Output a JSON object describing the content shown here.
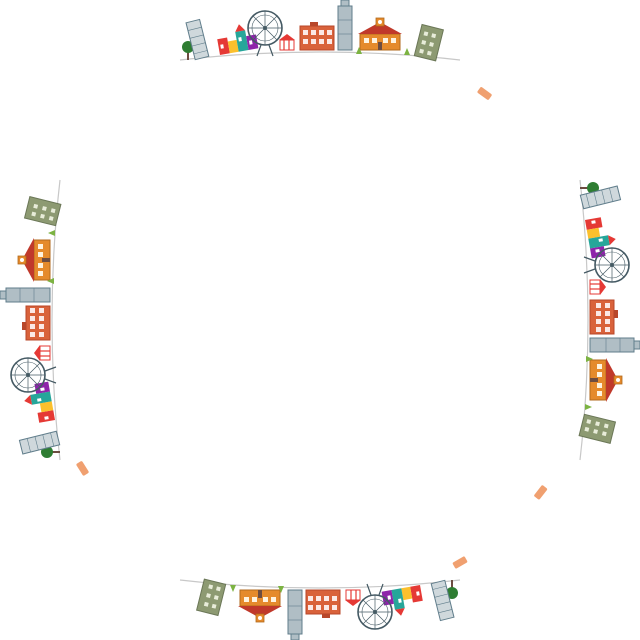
{
  "scene": {
    "background": "#ffffff",
    "planet_radius_label": "",
    "colors": {
      "tree": "#2e7d32",
      "trunk": "#6d4c41",
      "tower_blue": "#b0bec5",
      "tower_dark": "#607d8b",
      "brick": "#d9623b",
      "brick_dark": "#b8472a",
      "olive": "#8d9a72",
      "olive_dark": "#6b7757",
      "school": "#e58a2c",
      "school_roof": "#c0392b",
      "ferris": "#455a64",
      "shop_red": "#e53935",
      "shop_yellow": "#fbc02d",
      "shop_teal": "#26a69a",
      "shop_blue": "#1e88e5",
      "shop_purple": "#8e24aa",
      "grass": "#7cb342",
      "marker": "#f0a070"
    },
    "clusters": [
      {
        "name": "top-cluster",
        "angle": 0
      },
      {
        "name": "right-cluster",
        "angle": 90
      },
      {
        "name": "bottom-cluster",
        "angle": 180
      },
      {
        "name": "left-cluster",
        "angle": 270
      }
    ],
    "markers": [
      {
        "name": "marker-top-right",
        "angle": 36
      },
      {
        "name": "marker-right-lower",
        "angle": 128
      },
      {
        "name": "marker-bottom-right",
        "angle": 150
      },
      {
        "name": "marker-left-lower",
        "angle": 238
      }
    ]
  }
}
